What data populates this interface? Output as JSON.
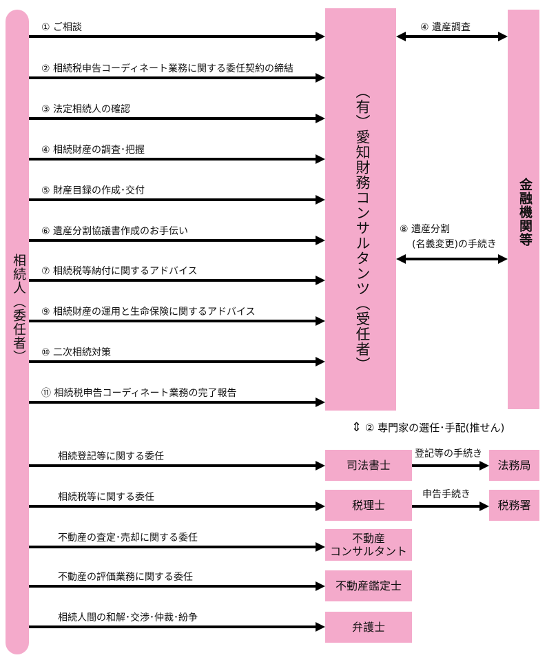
{
  "colors": {
    "pink": "#f4aacb",
    "arrow": "#000000"
  },
  "client": "相続人（委任者）",
  "consultant": "（有）愛知財務コンサルタンツ（受任者）",
  "bank": "金融機関等",
  "steps": [
    "① ご相談",
    "② 相続税申告コーディネート業務に関する委任契約の締結",
    "③ 法定相続人の確認",
    "④ 相続財産の調査･把握",
    "⑤ 財産目録の作成･交付",
    "⑥ 遺産分割協議書作成のお手伝い",
    "⑦ 相続税等納付に関するアドバイス",
    "⑨ 相続財産の運用と生命保険に関するアドバイス",
    "⑩ 二次相続対策",
    "⑪ 相続税申告コーディネート業務の完了報告"
  ],
  "bank_links": {
    "survey": "④ 遺産調査",
    "division_1": "⑧ 遺産分割",
    "division_2": "(名義変更)の手続き"
  },
  "expert_select": "② 専門家の選任･手配(推せん)",
  "experts": [
    {
      "request": "相続登記等に関する委任",
      "name": "司法書士",
      "proc": "登記等の手続き",
      "office": "法務局"
    },
    {
      "request": "相続税等に関する委任",
      "name": "税理士",
      "proc": "申告手続き",
      "office": "税務署"
    },
    {
      "request": "不動産の査定･売却に関する委任",
      "name": "不動産\nコンサルタント"
    },
    {
      "request": "不動産の評価業務に関する委任",
      "name": "不動産鑑定士"
    },
    {
      "request": "相続人間の和解･交渉･仲裁･紛争",
      "name": "弁護士"
    }
  ]
}
